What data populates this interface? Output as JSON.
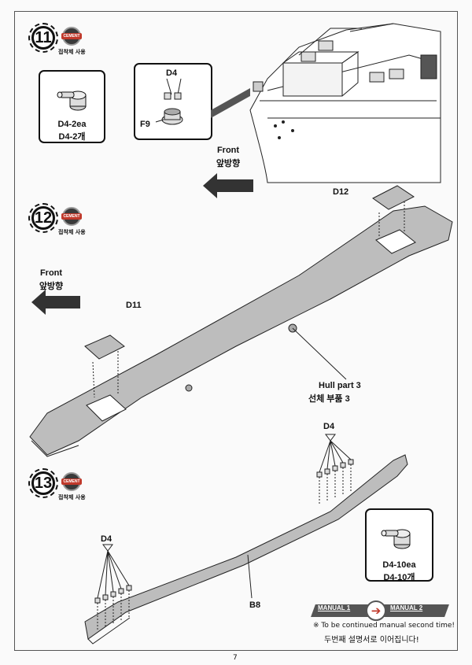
{
  "steps": [
    {
      "number": "11",
      "cement_label": "CEMENT",
      "cement_note": "접착제 사용"
    },
    {
      "number": "12",
      "cement_label": "CEMENT",
      "cement_note": "접착제 사용"
    },
    {
      "number": "13",
      "cement_label": "CEMENT",
      "cement_note": "접착제 사용"
    }
  ],
  "step11": {
    "qty_en": "D4-2ea",
    "qty_ko": "D4-2개",
    "detail_part_top": "D4",
    "detail_part_bottom": "F9",
    "front_en": "Front",
    "front_ko": "앞방향"
  },
  "step12": {
    "part_d12": "D12",
    "part_d11": "D11",
    "front_en": "Front",
    "front_ko": "앞방향",
    "hull_en": "Hull  part  3",
    "hull_ko": "선체  부품  3"
  },
  "step13": {
    "part_d4_right": "D4",
    "part_d4_left": "D4",
    "part_b8": "B8",
    "qty_en": "D4-10ea",
    "qty_ko": "D4-10개"
  },
  "footer": {
    "manual_1": "MANUAL 1",
    "manual_2": "MANUAL 2",
    "note_en": "※ To be continued manual second time!",
    "note_ko": "두번째 설명서로 이어집니다!",
    "page_number": "7"
  },
  "colors": {
    "cement_badge": "#3a3a3a",
    "cement_accent": "#c0392b",
    "part_fill": "#bdbdbd",
    "arrow_fill": "#333333"
  }
}
